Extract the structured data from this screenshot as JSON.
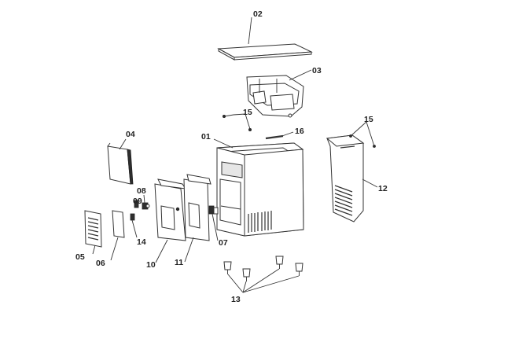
{
  "callouts": {
    "c01": "01",
    "c02": "02",
    "c03": "03",
    "c04": "04",
    "c05": "05",
    "c06": "06",
    "c07": "07",
    "c08": "08",
    "c09": "09",
    "c10": "10",
    "c11": "11",
    "c12": "12",
    "c13": "13",
    "c14": "14",
    "c15a": "15",
    "c15b": "15",
    "c16": "16"
  }
}
